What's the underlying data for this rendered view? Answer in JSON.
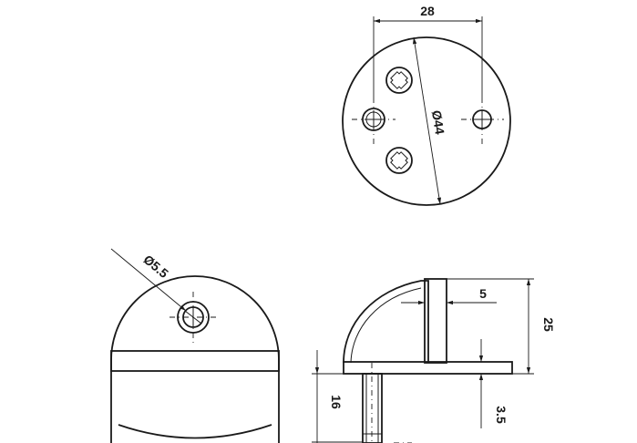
{
  "dimensions": {
    "width_28": "28",
    "diameter_44": "Ø44",
    "hole_diameter": "Ø5.5",
    "width_5": "5",
    "height_25": "25",
    "height_16": "16",
    "thickness_3_5": "3.5"
  }
}
